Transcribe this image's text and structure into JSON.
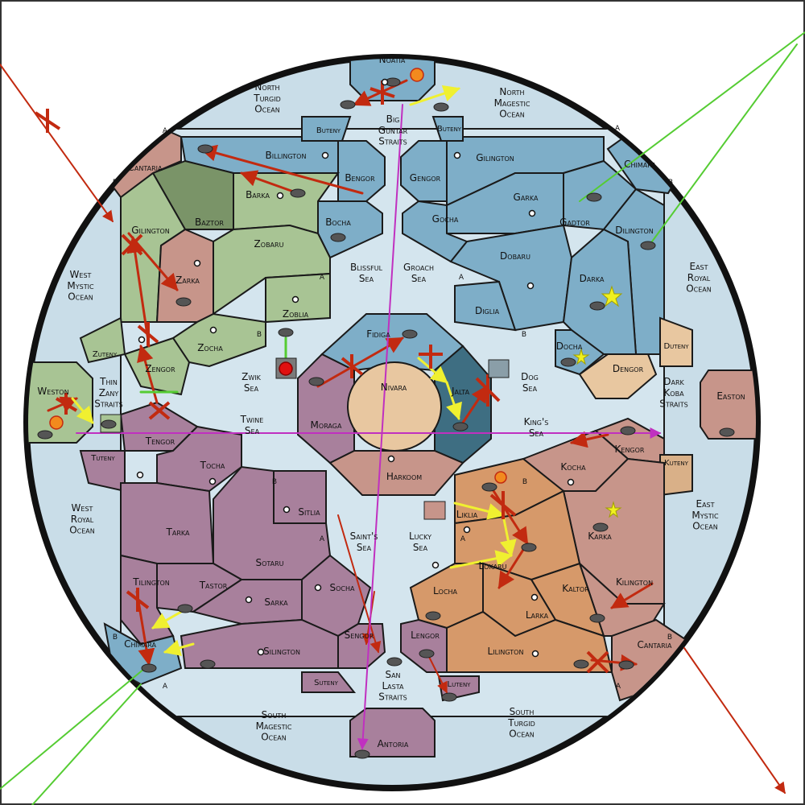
{
  "colors": {
    "ocean": "#c9dde8",
    "blue_power": "#7eaec8",
    "green_power": "#a8c494",
    "dark_green": "#7a9468",
    "purple_power": "#a8809c",
    "orange_power": "#d6996a",
    "rose_neutral": "#c7958a",
    "center_tan": "#e8c7a0",
    "dark_teal": "#3e6e82",
    "order_move": "#c22a10",
    "order_support": "#f0f030",
    "order_convoy": "#55cc33",
    "order_retreat": "#c030c0"
  },
  "regions": {
    "noatia": "Noatia",
    "antoria": "Antoria",
    "weston": "Weston",
    "easton": "Easton",
    "cantaria_nw": "Cantaria",
    "cantaria_se": "Cantaria",
    "chimara_ne": "Chimara",
    "chimara_sw": "Chimara",
    "billington": "Billington",
    "gilington_n": "Gilington",
    "gilington_w": "Gilington",
    "dilington": "Dilington",
    "tilington": "Tilington",
    "kilington": "Kilington",
    "lilington": "Lilington",
    "silington": "Silington",
    "baztor": "Baztor",
    "barka": "Barka",
    "zarka": "Zarka",
    "bengor": "Bengor",
    "gengor": "Gengor",
    "garka": "Garka",
    "gadtor": "Gadtor",
    "zobaru": "Zobaru",
    "bocha": "Bocha",
    "gocha": "Gocha",
    "dobaru": "Dobaru",
    "darka": "Darka",
    "diglia": "Diglia",
    "docha": "Docha",
    "dengor": "Dengor",
    "zoblia": "Zoblia",
    "zocha": "Zocha",
    "zengor": "Zengor",
    "tengor": "Tengor",
    "tocha": "Tocha",
    "tarka": "Tarka",
    "tastor": "Tastor",
    "sotaru": "Sotaru",
    "sitlia": "Sitlia",
    "sarka": "Sarka",
    "socha": "Socha",
    "sengor": "Sengor",
    "lengor": "Lengor",
    "locha": "Locha",
    "lokaru": "Lokaru",
    "liklia": "Liklia",
    "larka": "Larka",
    "kaltor": "Kaltor",
    "karka": "Karka",
    "kocha": "Kocha",
    "kengor": "Kengor",
    "fidiga": "Fidiga",
    "jalta": "Jalta",
    "moraga": "Moraga",
    "harkoom": "Harkoom",
    "nivara": "Nivara",
    "blissful_sea": "Blissful Sea",
    "groach_sea": "Groach Sea",
    "zwik_sea": "Zwik Sea",
    "twine_sea": "Twine Sea",
    "dog_sea": "Dog Sea",
    "kings_sea": "King's Sea",
    "saints_sea": "Saint's Sea",
    "lucky_sea": "Lucky Sea",
    "north_turgid_ocean": "North Turgid Ocean",
    "north_magestic_ocean": "North Magestic Ocean",
    "south_magestic_ocean": "South Magestic Ocean",
    "south_turgid_ocean": "South Turgid Ocean",
    "west_mystic_ocean": "West Mystic Ocean",
    "west_royal_ocean": "West Royal Ocean",
    "east_royal_ocean": "East Royal Ocean",
    "east_mystic_ocean": "East Mystic Ocean",
    "big_guntar_straits": "Big Guntar Straits",
    "san_lasta_straits": "San Lasta Straits",
    "thin_zany_straits": "Thin Zany Straits",
    "dark_koba_straits": "Dark Koba Straits",
    "buteny_nw": "Buteny",
    "buteny_ne": "Buteny",
    "zuteny": "Zuteny",
    "duteny": "Duteny",
    "tuteny": "Tuteny",
    "kuteny": "Kuteny",
    "suteny": "Suteny",
    "luteny": "Luteny"
  },
  "coast_tags": {
    "a": "A",
    "b": "B"
  }
}
